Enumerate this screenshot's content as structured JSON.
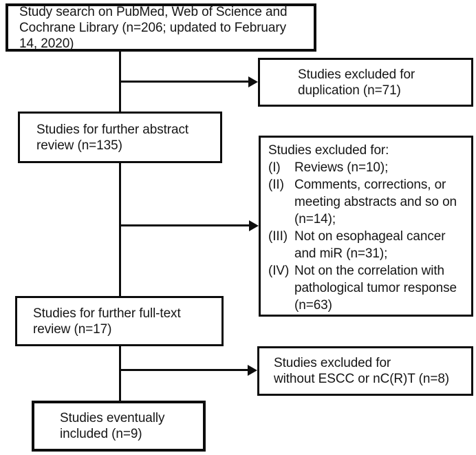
{
  "diagram": {
    "type": "flowchart",
    "colors": {
      "border": "#0d0d0d",
      "text": "#161616",
      "background": "#ffffff"
    },
    "boxes": [
      {
        "id": "search",
        "text": "Study search on PubMed, Web of Science and\nCochrane Library (n=206; updated to February\n14, 2020)"
      },
      {
        "id": "excluded-duplication",
        "text": "Studies excluded for\nduplication (n=71)"
      },
      {
        "id": "abstract-review",
        "text": "Studies for further abstract\nreview (n=135)"
      },
      {
        "id": "exclusion-reasons",
        "header": "Studies excluded for:",
        "items": [
          {
            "marker": "(I)",
            "text": "Reviews (n=10);"
          },
          {
            "marker": "(II)",
            "text": "Comments, corrections, or\nmeeting abstracts and so on\n(n=14);"
          },
          {
            "marker": "(III)",
            "text": "Not on esophageal cancer\nand miR (n=31);"
          },
          {
            "marker": "(IV)",
            "text": "Not on the correlation with\npathological tumor response\n(n=63)"
          }
        ]
      },
      {
        "id": "fulltext-review",
        "text": "Studies for further full-text\nreview (n=17)"
      },
      {
        "id": "excluded-escc",
        "text": "Studies excluded for\nwithout ESCC or nC(R)T (n=8)"
      },
      {
        "id": "included",
        "text": "Studies eventually\nincluded (n=9)"
      }
    ]
  }
}
